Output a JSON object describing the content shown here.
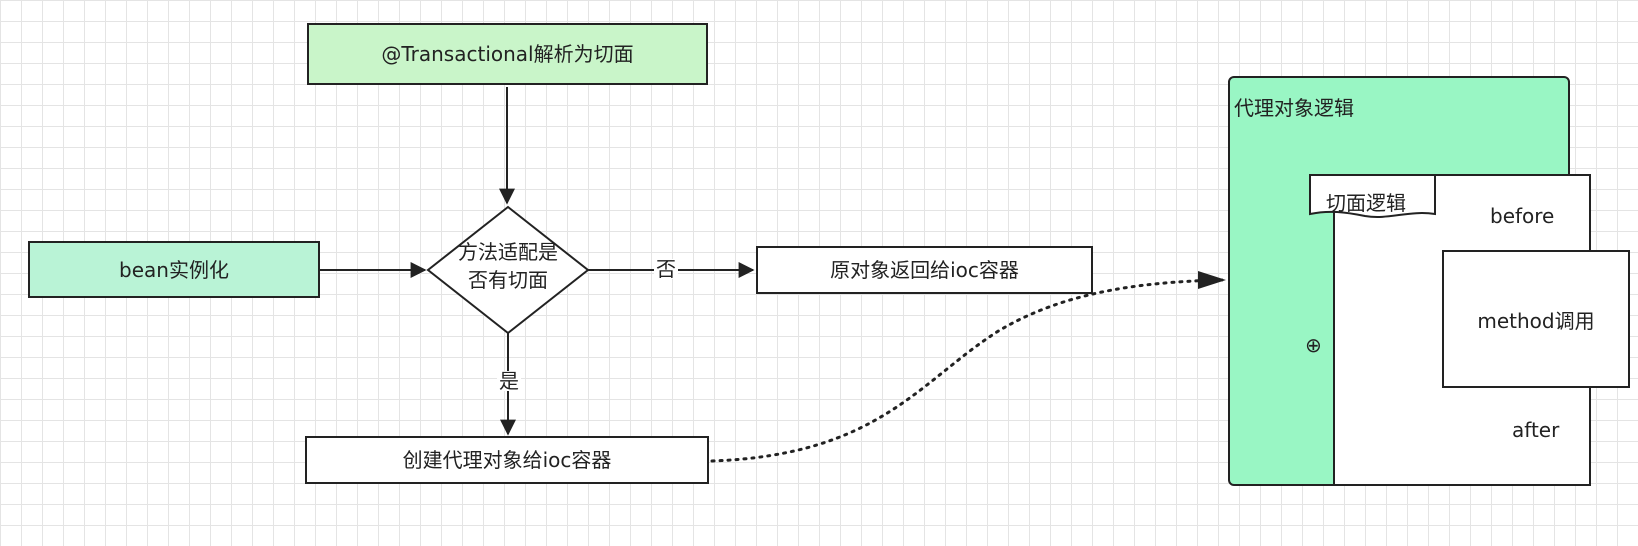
{
  "nodes": {
    "transactional": "@Transactional解析为切面",
    "bean": "bean实例化",
    "decision_line1": "方法适配是",
    "decision_line2": "否有切面",
    "original": "原对象返回给ioc容器",
    "create_proxy": "创建代理对象给ioc容器"
  },
  "edges": {
    "no": "否",
    "yes": "是"
  },
  "proxy": {
    "title": "代理对象逻辑",
    "aspect_tab": "切面逻辑",
    "before": "before",
    "method_call": "method调用",
    "after": "after"
  },
  "colors": {
    "green": "#c9f5c9",
    "mint": "#b9f3d6",
    "proxy_bg": "#99f6c4",
    "stroke": "#222222"
  },
  "icons": {
    "cursor": "zoom-in-icon"
  }
}
